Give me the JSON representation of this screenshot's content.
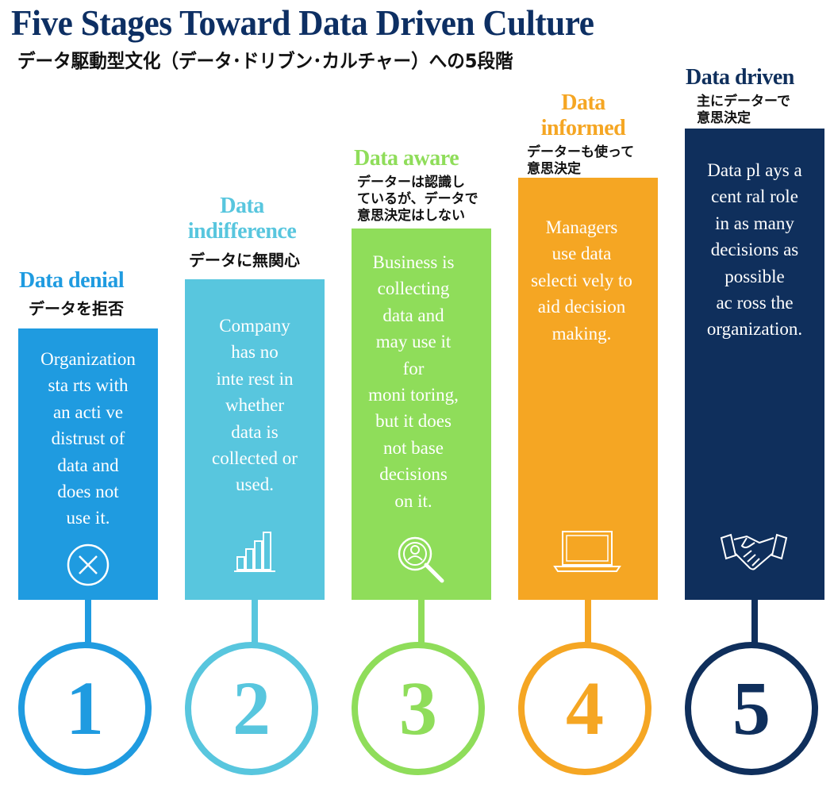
{
  "header": {
    "title": "Five Stages Toward Data Driven Culture",
    "subtitle": "データ駆動型文化（データ･ドリブン･カルチャー）への5段階"
  },
  "colors": {
    "title": "#0d2f63",
    "stage1": "#1f9be0",
    "stage2": "#58c6de",
    "stage3": "#8fdd5a",
    "stage4": "#f5a623",
    "stage5": "#0f2f5c"
  },
  "stages": [
    {
      "number": "1",
      "title": "Data denial",
      "japanese": "データを拒否",
      "description": "Organization\nsta rts with\nan acti ve\ndistrust of\ndata and\ndoes not\nuse it.",
      "icon": "circle-x-icon"
    },
    {
      "number": "2",
      "title": "Data\nindifference",
      "japanese": "データに無関心",
      "description": "Company\nhas no\ninte rest in\nwhether\ndata is\ncollected or\nused.",
      "icon": "bar-chart-icon"
    },
    {
      "number": "3",
      "title": "Data aware",
      "japanese": "データーは認識し\nているが、データで\n意思決定はしない",
      "description": "Business is\ncollecting\ndata and\nmay use it\nfor\nmoni toring,\nbut it does\nnot base\ndecisions\non it.",
      "icon": "magnifier-person-icon"
    },
    {
      "number": "4",
      "title": "Data\ninformed",
      "japanese": "データーも使って\n意思決定",
      "description": "Managers\nuse data\nselecti vely to\naid decision\nmaking.",
      "icon": "laptop-icon"
    },
    {
      "number": "5",
      "title": "Data driven",
      "japanese": "主にデーターで\n意思決定",
      "description": "Data pl ays a\ncent ral role\nin as many\ndecisions as\npossible\nac ross the\norganization.",
      "icon": "handshake-icon"
    }
  ]
}
